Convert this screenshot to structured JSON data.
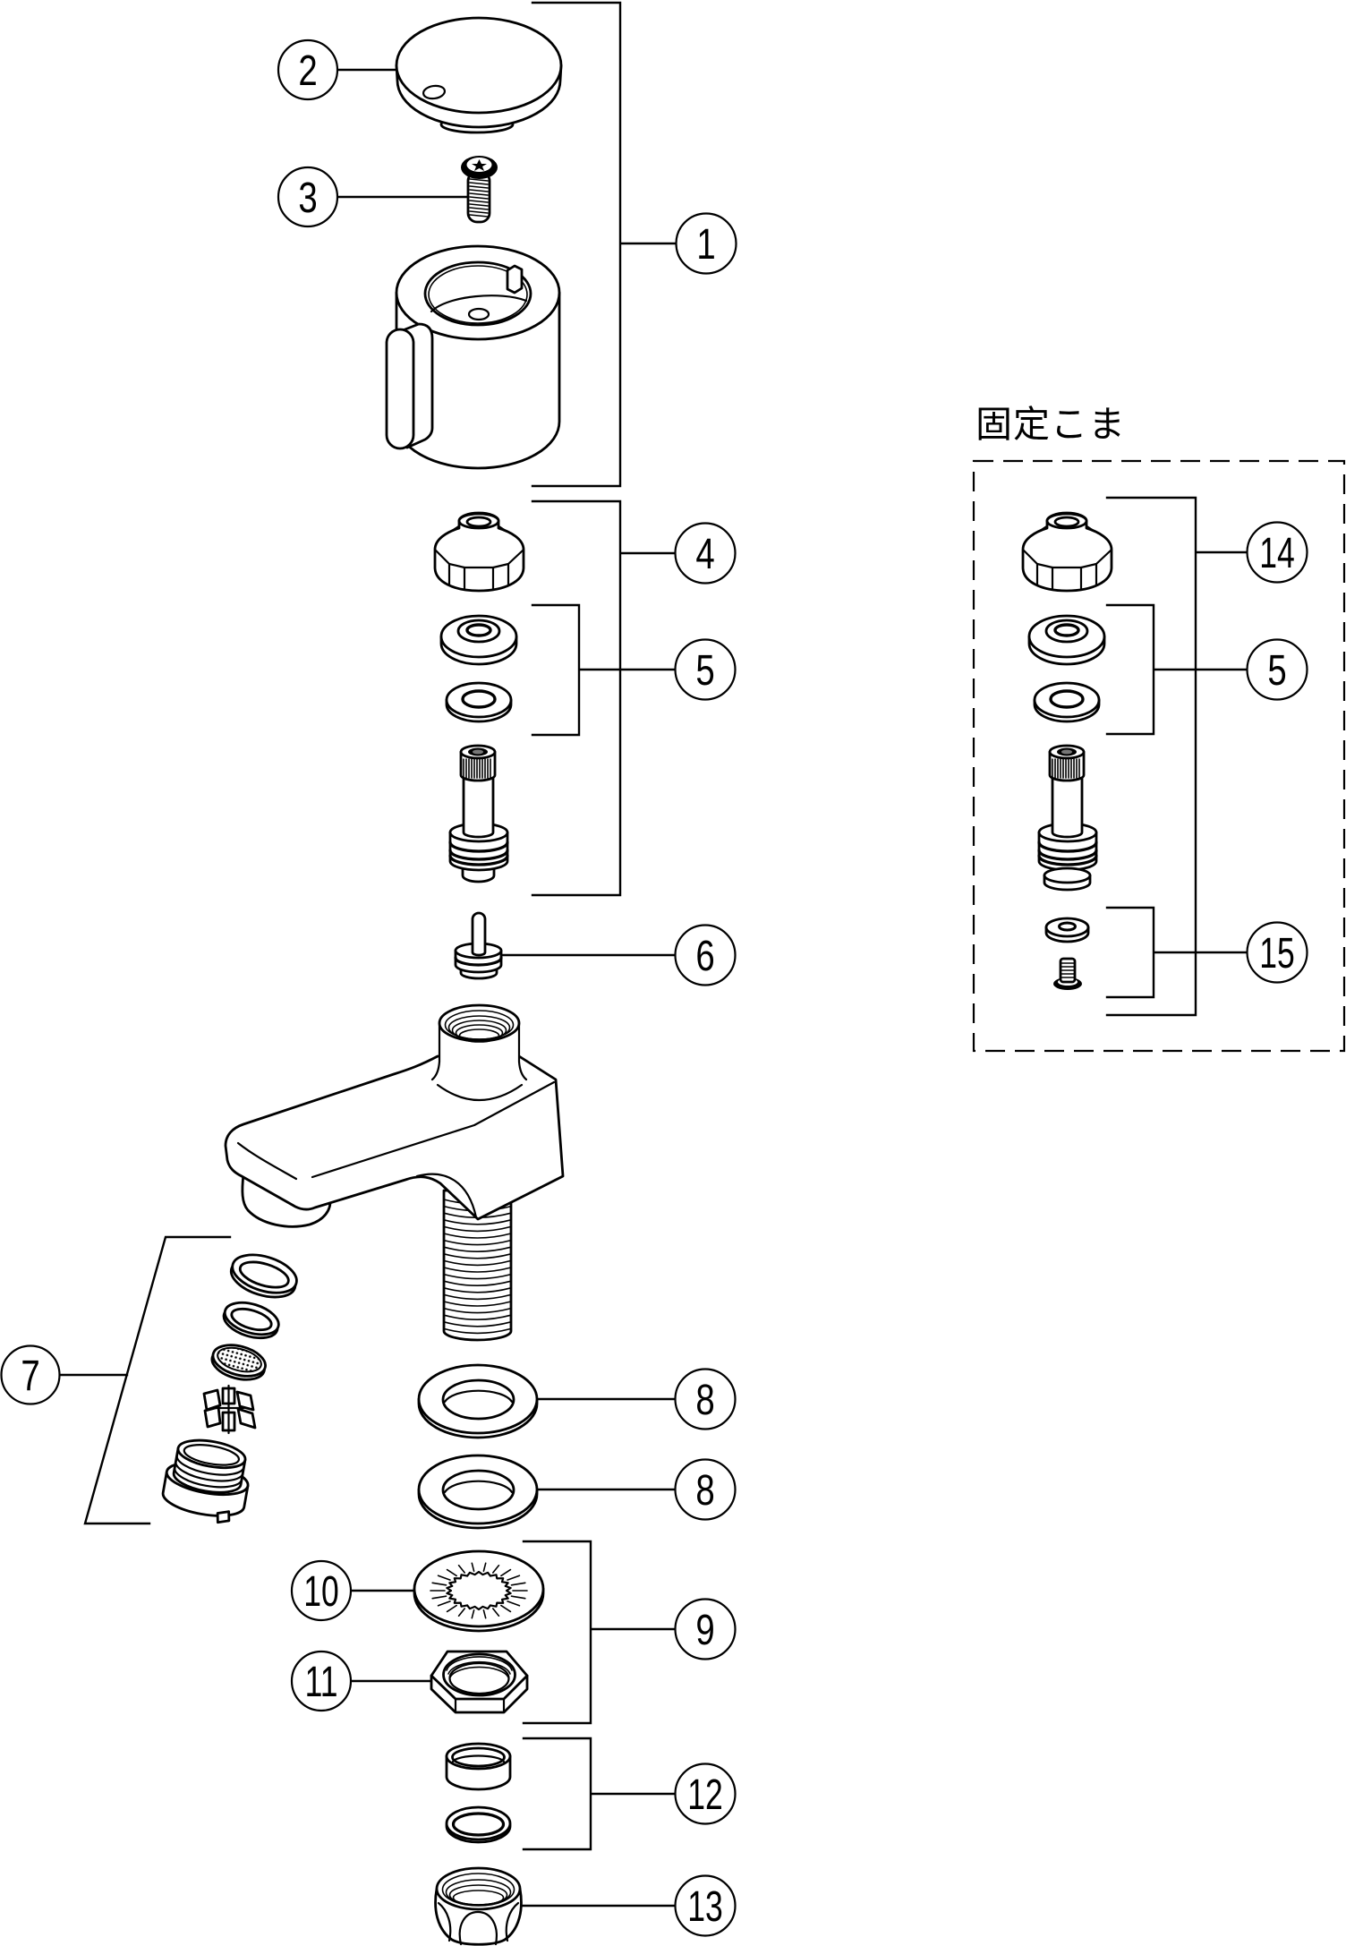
{
  "colors": {
    "line": "#000000",
    "background": "#ffffff"
  },
  "inset": {
    "title": "固定こま"
  },
  "callouts": {
    "main": [
      {
        "label": "1"
      },
      {
        "label": "2"
      },
      {
        "label": "3"
      },
      {
        "label": "4"
      },
      {
        "label": "5"
      },
      {
        "label": "6"
      },
      {
        "label": "7"
      },
      {
        "label": "8"
      },
      {
        "label": "8"
      },
      {
        "label": "9"
      },
      {
        "label": "10"
      },
      {
        "label": "11"
      },
      {
        "label": "12"
      },
      {
        "label": "13"
      }
    ],
    "inset": [
      {
        "label": "14"
      },
      {
        "label": "5"
      },
      {
        "label": "15"
      }
    ]
  }
}
